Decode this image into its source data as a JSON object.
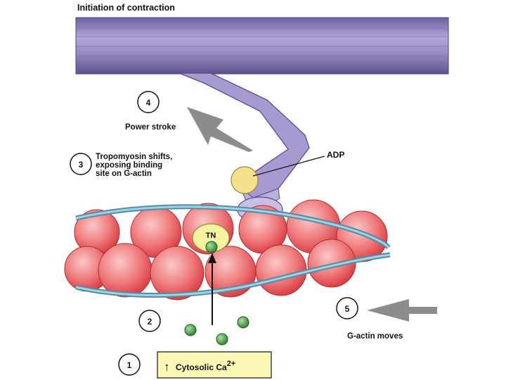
{
  "title": "Initiation of contraction",
  "steps": [
    {
      "num": "4",
      "text": [
        "Power stroke"
      ]
    },
    {
      "num": "3",
      "text": [
        "Tropomyosin shifts,",
        "exposing binding",
        "site on G-actin"
      ]
    },
    {
      "num": "2",
      "text": []
    },
    {
      "num": "5",
      "text": [
        "G-actin moves"
      ]
    },
    {
      "num": "1",
      "text": []
    }
  ],
  "labels": {
    "adp": "ADP",
    "tn": "TN",
    "cytosolic": "Cytosolic Ca",
    "cytosolic_sup": "2+",
    "up_arrow": "↑"
  },
  "colors": {
    "myosin": "#9a8cc0",
    "myosin_light": "#cfc6e6",
    "actin": "#e2474c",
    "actin_light": "#f7b3b3",
    "tropomyosin": "#7fb1c7",
    "troponin": "#f7f2a0",
    "adp": "#f5e08c",
    "calcium": "#3f9e3f",
    "box": "#fbf7b5",
    "arrow_gray": "#8c8c8c"
  }
}
